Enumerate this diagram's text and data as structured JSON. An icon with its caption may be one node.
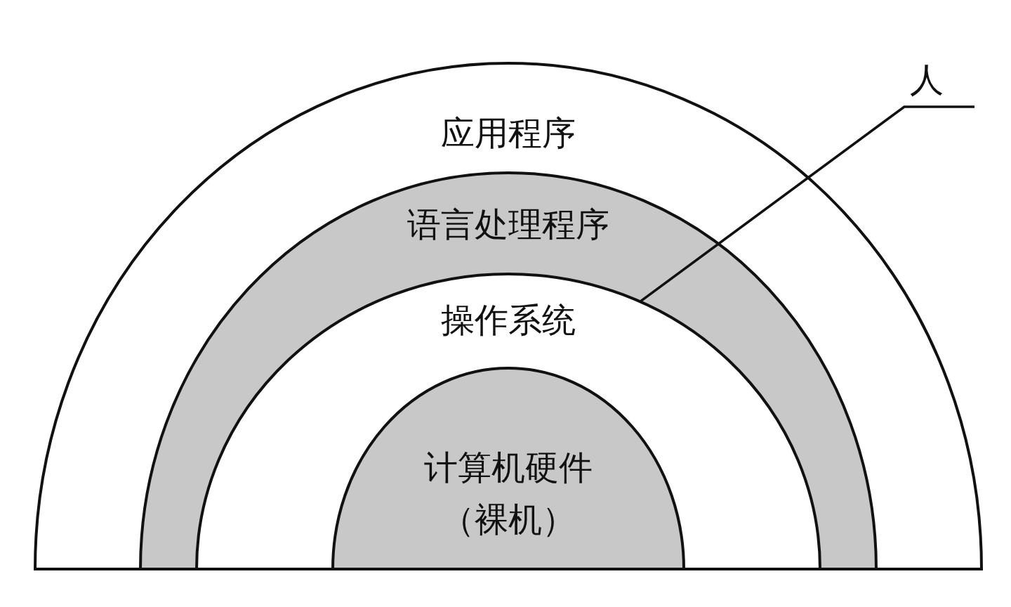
{
  "diagram": {
    "nodes": [
      {
        "text": [
          "应用程序"
        ]
      },
      {
        "text": [
          "语言处理程序"
        ],
        "in": 0
      },
      {
        "text": [
          "操作系统"
        ],
        "in": 1
      },
      {
        "text": [
          "计算机硬件",
          "（裸机）"
        ],
        "in": 2
      },
      {
        "text": [
          "人"
        ]
      }
    ],
    "edges": [
      {
        "from": 4,
        "to": 2,
        "arrow": "none"
      }
    ]
  }
}
